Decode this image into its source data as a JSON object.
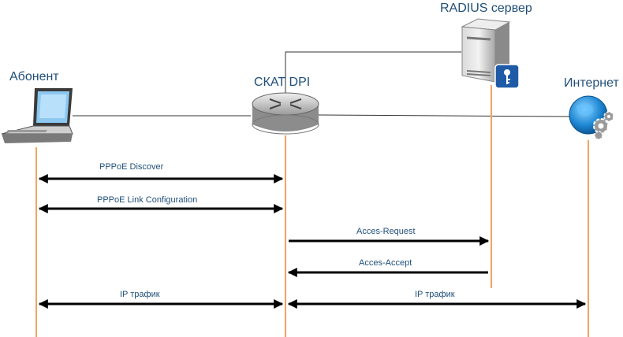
{
  "nodes": {
    "subscriber": "Абонент",
    "dpi": "СКАТ DPI",
    "radius": "RADIUS сервер",
    "internet": "Интернет"
  },
  "messages": [
    {
      "label": "PPPoE Discover",
      "from": "subscriber",
      "to": "dpi",
      "direction": "both"
    },
    {
      "label": "PPPoE Link Configuration",
      "from": "subscriber",
      "to": "dpi",
      "direction": "both"
    },
    {
      "label": "Acces-Request",
      "from": "dpi",
      "to": "radius",
      "direction": "forward"
    },
    {
      "label": "Acces-Accept",
      "from": "radius",
      "to": "dpi",
      "direction": "forward"
    },
    {
      "label": "IP трафик",
      "from": "subscriber",
      "to": "dpi",
      "direction": "both"
    },
    {
      "label": "IP трафик",
      "from": "dpi",
      "to": "internet",
      "direction": "both"
    }
  ],
  "colors": {
    "lifeline": "#f4a460",
    "arrow": "#000000",
    "text": "#1f4e79",
    "link": "#333333"
  }
}
